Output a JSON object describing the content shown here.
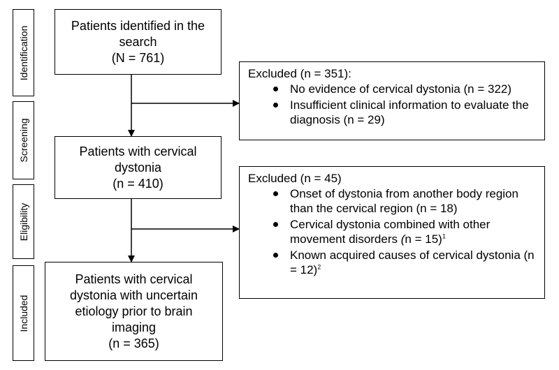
{
  "phases": [
    "Identification",
    "Screening",
    "Eligibility",
    "Included"
  ],
  "main_boxes": {
    "identified": {
      "line1": "Patients identified in the",
      "line2": "search",
      "count": "(N = 761)"
    },
    "cervical": {
      "line1": "Patients with cervical",
      "line2": "dystonia",
      "count": "(n = 410)"
    },
    "included": {
      "line1": "Patients with cervical",
      "line2": "dystonia with uncertain",
      "line3": "etiology prior to brain",
      "line4": "imaging",
      "count": "(n = 365)"
    }
  },
  "exclusion1": {
    "heading": "Excluded (n = 351):",
    "items": [
      "No evidence of cervical dystonia (n = 322)",
      "Insufficient clinical information to evaluate the diagnosis (n = 29)"
    ]
  },
  "exclusion2": {
    "heading": "Excluded (n = 45)",
    "items": [
      "Onset of dystonia from another body region than the cervical region (n = 18)",
      {
        "pre": "Cervical dystonia combined with other movement disorders ",
        "italic": "(",
        "post": "n = 15)",
        "sup": "1"
      },
      {
        "pre": "Known acquired causes of cervical dystonia (n = 12)",
        "sup": "2"
      }
    ]
  }
}
